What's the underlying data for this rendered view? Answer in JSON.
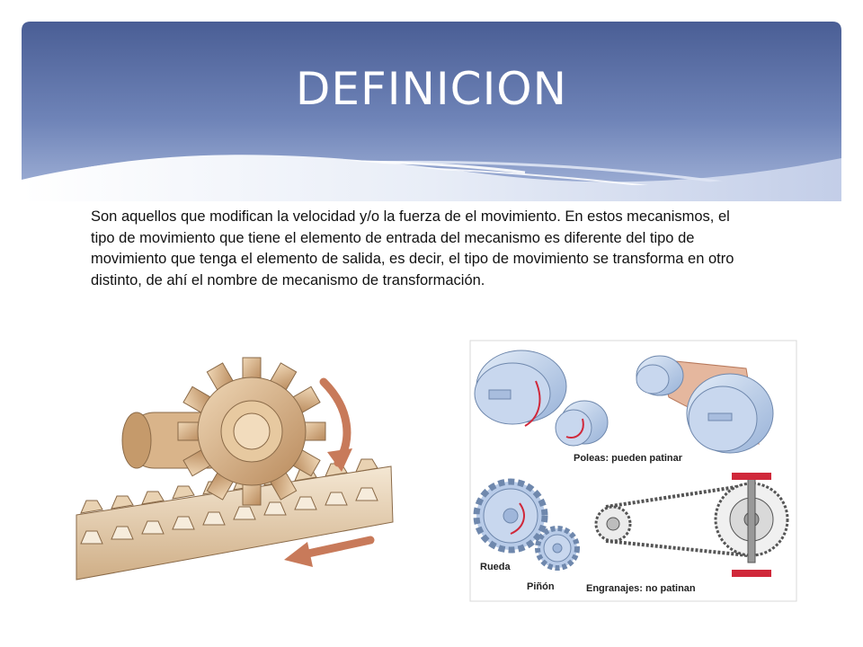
{
  "slide": {
    "title": "DEFINICION",
    "body": "Son aquellos que modifican la velocidad y/o la fuerza de el movimiento. En estos mecanismos, el tipo de movimiento que tiene el elemento de entrada del mecanismo es diferente del tipo de movimiento que tenga el elemento de salida, es decir, el tipo de movimiento se transforma en otro distinto, de ahí el nombre de mecanismo de transformación."
  },
  "figure_labels": {
    "pulleys": "Poleas: pueden patinar",
    "gear": "Rueda",
    "pinion": "Piñón",
    "gears": "Engranajes: no patinan"
  },
  "colors": {
    "header_dark": "#4c6096",
    "header_light": "#9fb0d6",
    "wave": "#c9d3ea",
    "gear_wood": "#d8b58c",
    "arrow": "#c87a5a",
    "pulley_blue": "#b9cbe6",
    "belt": "#d9a081",
    "chain_red": "#d0283a"
  }
}
